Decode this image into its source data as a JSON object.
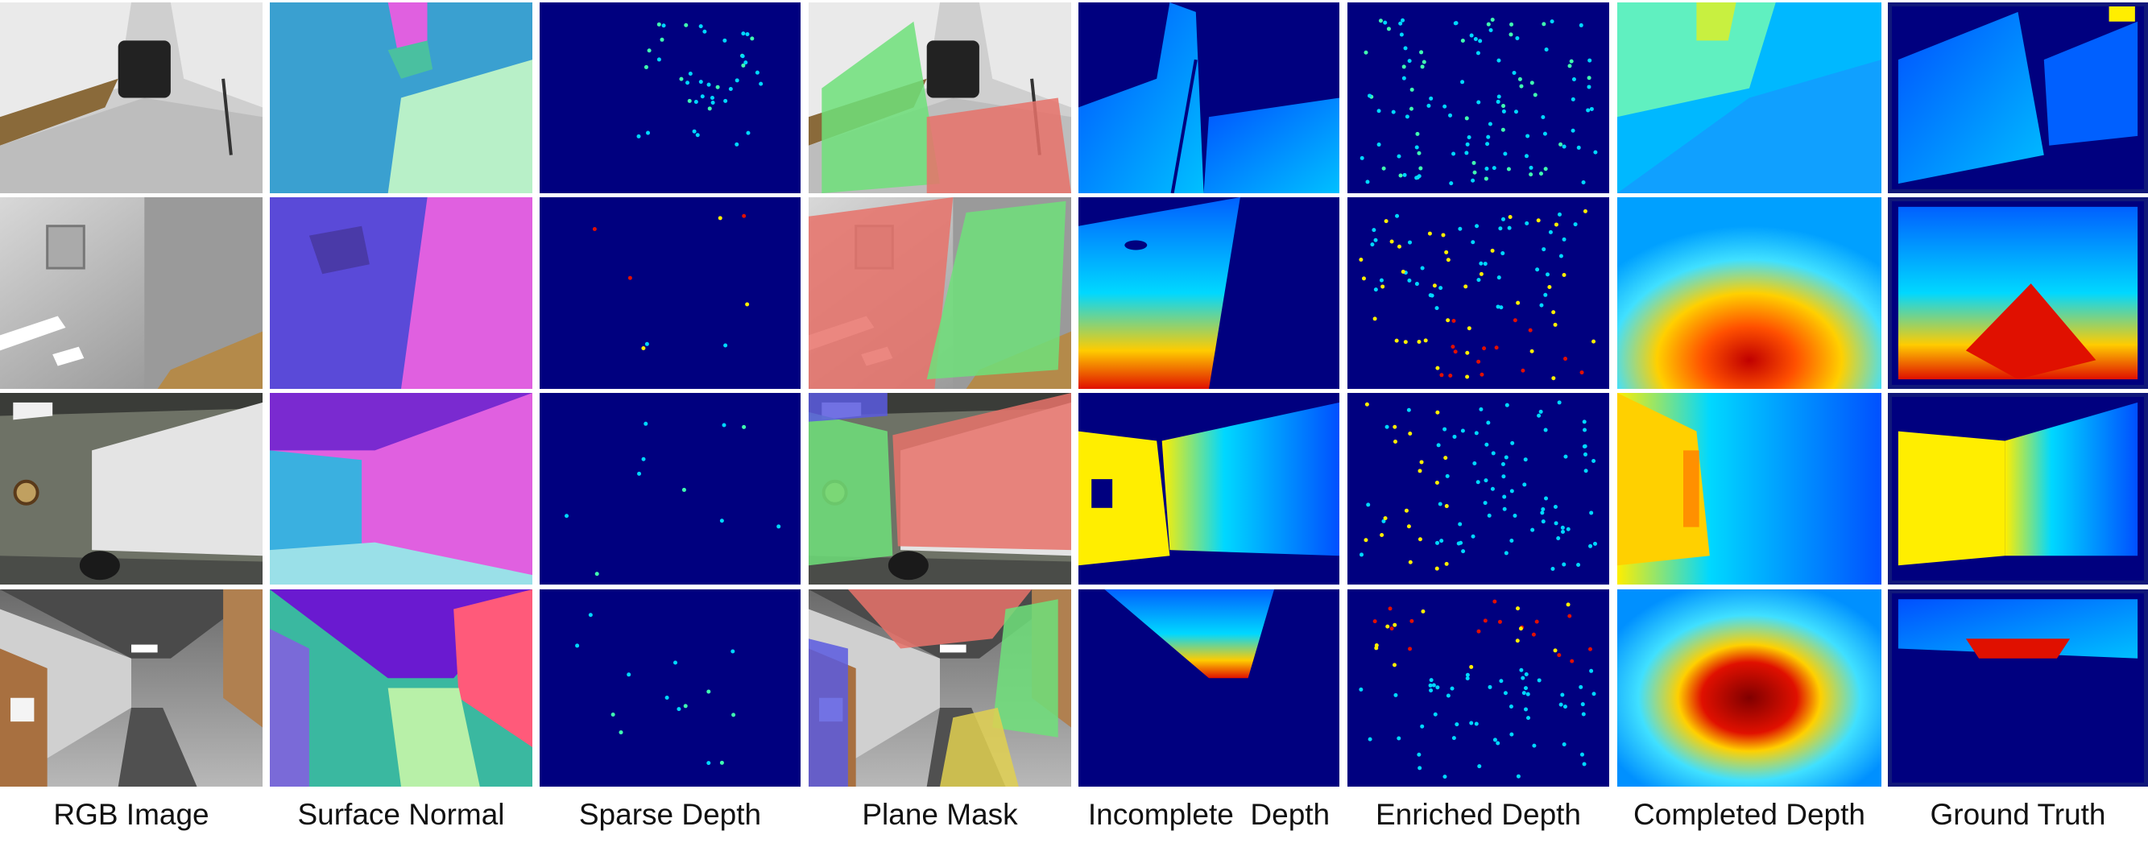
{
  "figure": {
    "columns": [
      {
        "label": "RGB Image"
      },
      {
        "label": "Surface Normal"
      },
      {
        "label": "Sparse Depth"
      },
      {
        "label": "Plane Mask"
      },
      {
        "label": "Incomplete  Depth"
      },
      {
        "label": "Enriched Depth"
      },
      {
        "label": "Completed Depth"
      },
      {
        "label": "Ground Truth"
      }
    ],
    "rows": 4,
    "colors": {
      "depth_background": "#00007f",
      "depth_blue": "#0050ff",
      "depth_cyan": "#00d8ff",
      "depth_yellow": "#ffee00",
      "depth_red": "#e01000",
      "depth_darkred": "#800000",
      "plane_red": "#e8726a",
      "plane_green": "#6fe07a",
      "plane_blue": "#5a5ae0",
      "plane_yellow": "#e0d050",
      "normal_magenta": "#e060e0",
      "normal_violet": "#5a4ad8",
      "normal_mint": "#b8f0c8",
      "normal_teal": "#3ab8a0"
    }
  }
}
